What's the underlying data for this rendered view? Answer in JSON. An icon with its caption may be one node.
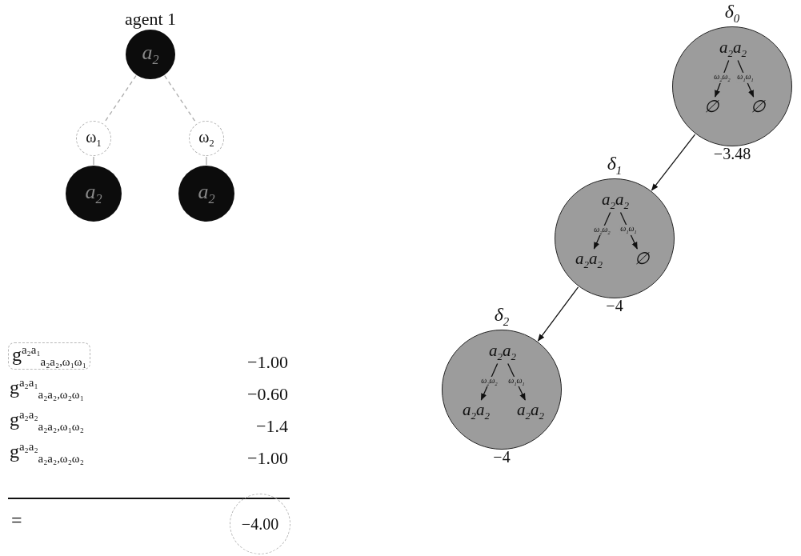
{
  "diagram": {
    "nodes": [
      {
        "text": [
          "agent 1",
          "a$_{2}$"
        ]
      },
      {
        "text": [
          "ω$_{1}$"
        ]
      },
      {
        "text": [
          "ω$_{2}$"
        ]
      },
      {
        "text": [
          "a$_{2}$"
        ]
      },
      {
        "text": [
          "a$_{2}$"
        ]
      },
      {
        "text": [
          "δ$_{0}$"
        ],
        "beside": [
          "−3.48"
        ]
      },
      {
        "text": [
          "a$_{2}$a$_{2}$"
        ],
        "in": 5
      },
      {
        "text": [
          "∅"
        ],
        "in": 5
      },
      {
        "text": [
          "∅"
        ],
        "in": 5
      },
      {
        "text": [
          "δ$_{1}$"
        ],
        "beside": [
          "−4"
        ]
      },
      {
        "text": [
          "a$_{2}$a$_{2}$"
        ],
        "in": 9
      },
      {
        "text": [
          "a$_{2}$a$_{2}$"
        ],
        "in": 9
      },
      {
        "text": [
          "∅"
        ],
        "in": 9
      },
      {
        "text": [
          "δ$_{2}$"
        ],
        "beside": [
          "−4"
        ]
      },
      {
        "text": [
          "a$_{2}$a$_{2}$"
        ],
        "in": 13
      },
      {
        "text": [
          "a$_{2}$a$_{2}$"
        ],
        "in": 13
      },
      {
        "text": [
          "a$_{2}$a$_{2}$"
        ],
        "in": 13
      },
      {
        "text": [
          "g$^{a₂a₁}$$_{a₂a₂,ω₁ω₁}$"
        ]
      },
      {
        "text": [
          "−4.00"
        ]
      }
    ],
    "edges": [
      {
        "from": 0,
        "to": 1,
        "arrow": "none",
        "style": "dashed",
        "color": "#aaaaaa"
      },
      {
        "from": 0,
        "to": 2,
        "arrow": "none",
        "style": "dashed",
        "color": "#aaaaaa"
      },
      {
        "from": 1,
        "to": 3,
        "arrow": "none",
        "color": "#aaaaaa"
      },
      {
        "from": 2,
        "to": 4,
        "arrow": "none",
        "color": "#aaaaaa"
      },
      {
        "from": 5,
        "to": 9,
        "arrow": "to"
      },
      {
        "from": 9,
        "to": 13,
        "arrow": "to"
      },
      {
        "from": 6,
        "to": 7,
        "arrow": "to",
        "label": "ω$_{2}$ω$_{2}$"
      },
      {
        "from": 6,
        "to": 8,
        "arrow": "to",
        "label": "ω$_{1}$ω$_{1}$"
      },
      {
        "from": 10,
        "to": 11,
        "arrow": "to",
        "label": "ω$_{2}$ω$_{2}$"
      },
      {
        "from": 10,
        "to": 12,
        "arrow": "to",
        "label": "ω$_{1}$ω$_{1}$"
      },
      {
        "from": 14,
        "to": 15,
        "arrow": "to",
        "label": "ω$_{2}$ω$_{2}$"
      },
      {
        "from": 14,
        "to": 16,
        "arrow": "to",
        "label": "ω$_{1}$ω$_{1}$"
      }
    ],
    "labels": [
      "−1.00",
      "g$^{a₂a₁}$$_{a₂a₂,ω₂ω₁}$",
      "−0.60",
      "g$^{a₂a₂}$$_{a₂a₂,ω₁ω₂}$",
      "−1.4",
      "g$^{a₂a₂}$$_{a₂a₂,ω₂ω₂}$",
      "−1.00",
      "="
    ]
  }
}
